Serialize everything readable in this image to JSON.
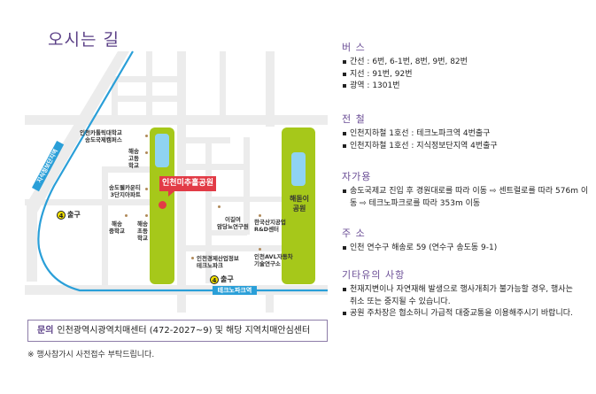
{
  "title": "오시는 길",
  "map": {
    "destination": "인천미추홀공원",
    "park_right": "해돋이\n공원",
    "stations": {
      "bottom": "테크노파크역",
      "left": "지식정보단지역"
    },
    "exits": {
      "left": {
        "num": "4",
        "label": "출구"
      },
      "bottom": {
        "num": "4",
        "label": "출구"
      }
    },
    "landmarks": {
      "catholic": "인천카톨릭대학교\n송도국제캠퍼스",
      "high": "해송\n고등\n학교",
      "apt": "송도웰카운티\n3단지아파트",
      "middle": "해송\n중학교",
      "elem": "해송\n초등\n학교",
      "lee": "이길여\n암당뇨연구원",
      "kicox": "한국산지공업\nR&D센터",
      "technopark": "인천경제산업정보\n테크노파크",
      "avl": "인천AVL자동차\n기술연구소"
    },
    "colors": {
      "road": "#ececec",
      "park": "#a6c81a",
      "water": "#8fd3f2",
      "rail": "#2a9fd8",
      "marker": "#e23b46"
    }
  },
  "inquiry": {
    "key": "문의",
    "text": "인천광역시광역치매센터 (472-2027~9) 및 해당 지역치매안심센터"
  },
  "note": "※ 행사참가시 사전접수 부탁드립니다.",
  "info": {
    "bus": {
      "title": "버 스",
      "items": [
        "간선 : 6번, 6-1번, 8번, 9번, 82번",
        "지선 : 91번, 92번",
        "광역 : 1301번"
      ]
    },
    "subway": {
      "title": "전 철",
      "items": [
        "인천지하철 1호선 : 테크노파크역 4번출구",
        "인천지하철 1호선 : 지식정보단지역 4번출구"
      ]
    },
    "car": {
      "title": "자가용",
      "items": [
        "송도국제교 진입 후 경원대로를 따라 이동 ⇨ 센트럴로를 따라 576m 이동 ⇨ 테크노파크로를 따라 353m 이동"
      ]
    },
    "address": {
      "title": "주 소",
      "items": [
        "인천 연수구 해송로 59 (연수구 송도동 9-1)"
      ]
    },
    "etc": {
      "title": "기타유의 사항",
      "items": [
        "천재지변이나 자연재해 발생으로 행사개최가 불가능할 경우, 행사는 취소 또는 중지될 수 있습니다.",
        "공원 주차장은 협소하니 가급적 대중교통을 이용해주시기 바랍니다."
      ]
    }
  }
}
